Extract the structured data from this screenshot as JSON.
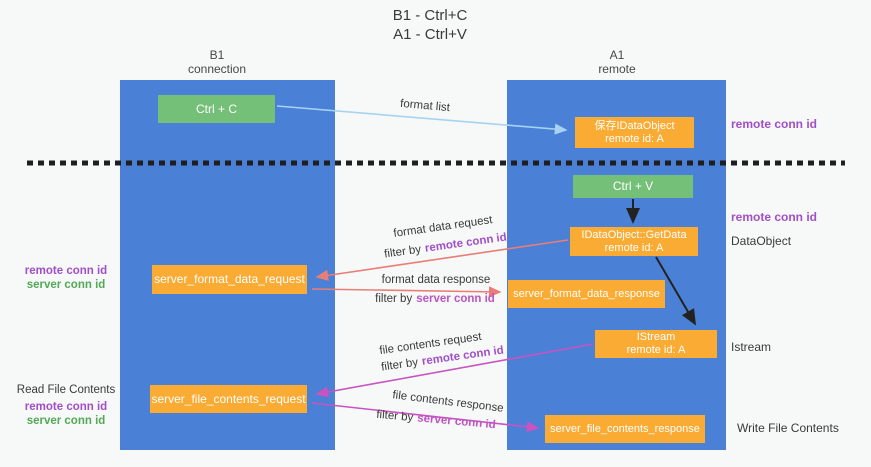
{
  "title": {
    "line1": "B1 - Ctrl+C",
    "line2": "A1 - Ctrl+V"
  },
  "left_column": {
    "header1": "B1",
    "header2": "connection"
  },
  "right_column": {
    "header1": "A1",
    "header2": "remote"
  },
  "boxes": {
    "ctrl_c": {
      "label": "Ctrl + C"
    },
    "ctrl_v": {
      "label": "Ctrl + V"
    },
    "save_dataobject": {
      "line1": "保存IDataObject",
      "line2": "remote id: A"
    },
    "getdata": {
      "line1": "IDataObject::GetData",
      "line2": "remote id: A"
    },
    "istream": {
      "line1": "IStream",
      "line2": "remote id: A"
    },
    "format_request": {
      "label": "server_format_data_request"
    },
    "format_response": {
      "label": "server_format_data_response"
    },
    "file_request": {
      "label": "server_file_contents_request"
    },
    "file_response": {
      "label": "server_file_contents_response"
    }
  },
  "labels": {
    "format_list": "format list",
    "format_data_request": "format data request",
    "format_data_response": "format data response",
    "file_contents_request": "file contents request",
    "file_contents_response": "file contents response",
    "filter_by": "filter by",
    "remote_conn_id": "remote conn id",
    "server_conn_id": "server conn id",
    "dataobject": "DataObject",
    "istream": "Istream",
    "read_file_contents": "Read File Contents",
    "write_file_contents": "Write File Contents"
  },
  "colors": {
    "column_blue": "#4a80d6",
    "box_green": "#75c078",
    "box_orange": "#f9ab33",
    "arrow_salmon": "#e87e76",
    "arrow_magenta": "#c853c1",
    "arrow_lightblue": "#a6d3f2",
    "arrow_black": "#222222",
    "dashed_line": "#1f1f1f",
    "label_purple": "#a24fc9",
    "label_orchid": "#bd54c4",
    "label_green": "#54a957"
  }
}
